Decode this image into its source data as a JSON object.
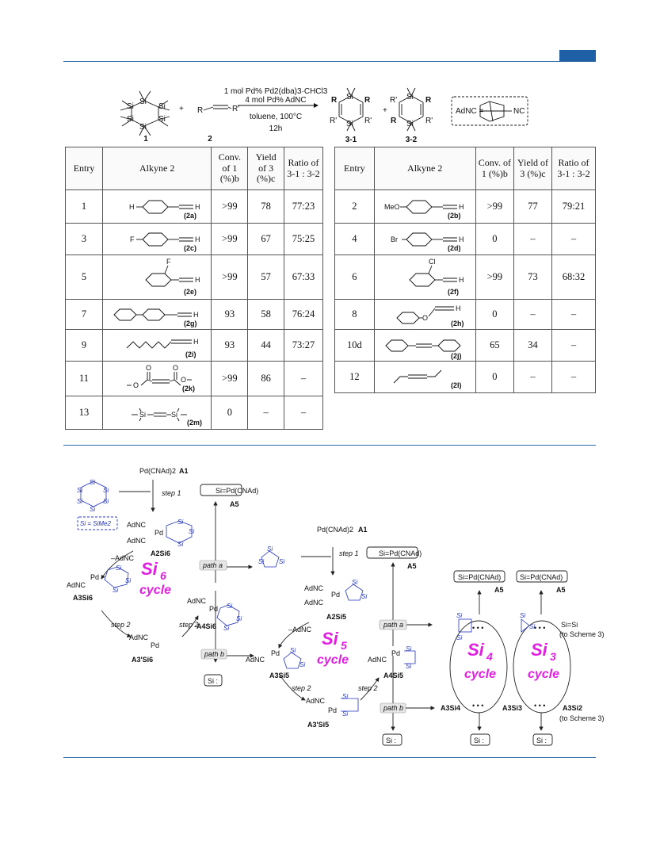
{
  "scheme": {
    "reactant1_label": "1",
    "reactant2_label": "2",
    "plus": "+",
    "alkyne_R": "R",
    "alkyne_R2": "R'",
    "conditions": [
      "1 mol Pd% Pd2(dba)3·CHCl3",
      "4 mol Pd% AdNC",
      "toluene, 100°C",
      "12h"
    ],
    "product1_label": "3-1",
    "product2_label": "3-2",
    "adnc_label": "AdNC =",
    "nc": "NC",
    "si": "Si",
    "R": "R",
    "Rp": "R'"
  },
  "table_left": {
    "headers": [
      "Entry",
      "Alkyne 2",
      "Conv. of 1 (%)b",
      "Yield of 3 (%)c",
      "Ratio of 3-1 : 3-2"
    ],
    "rows": [
      {
        "entry": "1",
        "compound": "(2a)",
        "conv": ">99",
        "yield": "78",
        "ratio": "77:23"
      },
      {
        "entry": "3",
        "compound": "(2c)",
        "conv": ">99",
        "yield": "67",
        "ratio": "75:25"
      },
      {
        "entry": "5",
        "compound": "(2e)",
        "conv": ">99",
        "yield": "57",
        "ratio": "67:33"
      },
      {
        "entry": "7",
        "compound": "(2g)",
        "conv": "93",
        "yield": "58",
        "ratio": "76:24"
      },
      {
        "entry": "9",
        "compound": "(2i)",
        "conv": "93",
        "yield": "44",
        "ratio": "73:27"
      },
      {
        "entry": "11",
        "compound": "(2k)",
        "conv": ">99",
        "yield": "86",
        "ratio": "–"
      },
      {
        "entry": "13",
        "compound": "(2m)",
        "conv": "0",
        "yield": "–",
        "ratio": "–"
      }
    ]
  },
  "table_right": {
    "headers": [
      "Entry",
      "Alkyne 2",
      "Conv. of 1 (%)b",
      "Yield of 3 (%)c",
      "Ratio of 3-1 : 3-2"
    ],
    "rows": [
      {
        "entry": "2",
        "compound": "(2b)",
        "conv": ">99",
        "yield": "77",
        "ratio": "79:21"
      },
      {
        "entry": "4",
        "compound": "(2d)",
        "conv": "0",
        "yield": "–",
        "ratio": "–"
      },
      {
        "entry": "6",
        "compound": "(2f)",
        "conv": ">99",
        "yield": "73",
        "ratio": "68:32"
      },
      {
        "entry": "8",
        "compound": "(2h)",
        "conv": "0",
        "yield": "–",
        "ratio": "–"
      },
      {
        "entry": "10d",
        "compound": "(2j)",
        "conv": "65",
        "yield": "34",
        "ratio": "–"
      },
      {
        "entry": "12",
        "compound": "(2l)",
        "conv": "0",
        "yield": "–",
        "ratio": "–"
      }
    ]
  },
  "substituents": {
    "H": "H",
    "F": "F",
    "Cl": "Cl",
    "MeO": "MeO",
    "Br": "Br",
    "O": "O",
    "Si": "Si"
  },
  "mechanism": {
    "pd_cnad2": "Pd(CNAd)2",
    "A1": "A1",
    "step1": "step 1",
    "step2": "step 2",
    "adnc": "AdNC",
    "minus_adnc": "–AdNC",
    "pd": "Pd",
    "si_def": "Si = SiMe2",
    "si_pd_cnad": "Si=Pd(CNAd)",
    "A5": "A5",
    "path_a": "path a",
    "path_b": "path b",
    "si_colon": "Si :",
    "A2_si6": "A2Si6",
    "A3_si6": "A3Si6",
    "A3p_si6": "A3'Si6",
    "A4_si6": "A4Si6",
    "A2_si5": "A2Si5",
    "A3_si5": "A3Si5",
    "A3p_si5": "A3'Si5",
    "A4_si5": "A4Si5",
    "A3_si4": "A3Si4",
    "A3_si3": "A3Si3",
    "A3_si2": "A3Si2",
    "to_scheme3": "(to Scheme 3)",
    "si_eq_si": "Si=Si",
    "dots": "• • •",
    "cycle_si6_a": "Si",
    "cycle_si6_b": "6",
    "cycle_si5_b": "5",
    "cycle_si4_b": "4",
    "cycle_si3_b": "3",
    "cycle_word": "cycle",
    "ring_si": "Si",
    "color_cycle": "#e020e0",
    "color_si": "#2233bb"
  }
}
